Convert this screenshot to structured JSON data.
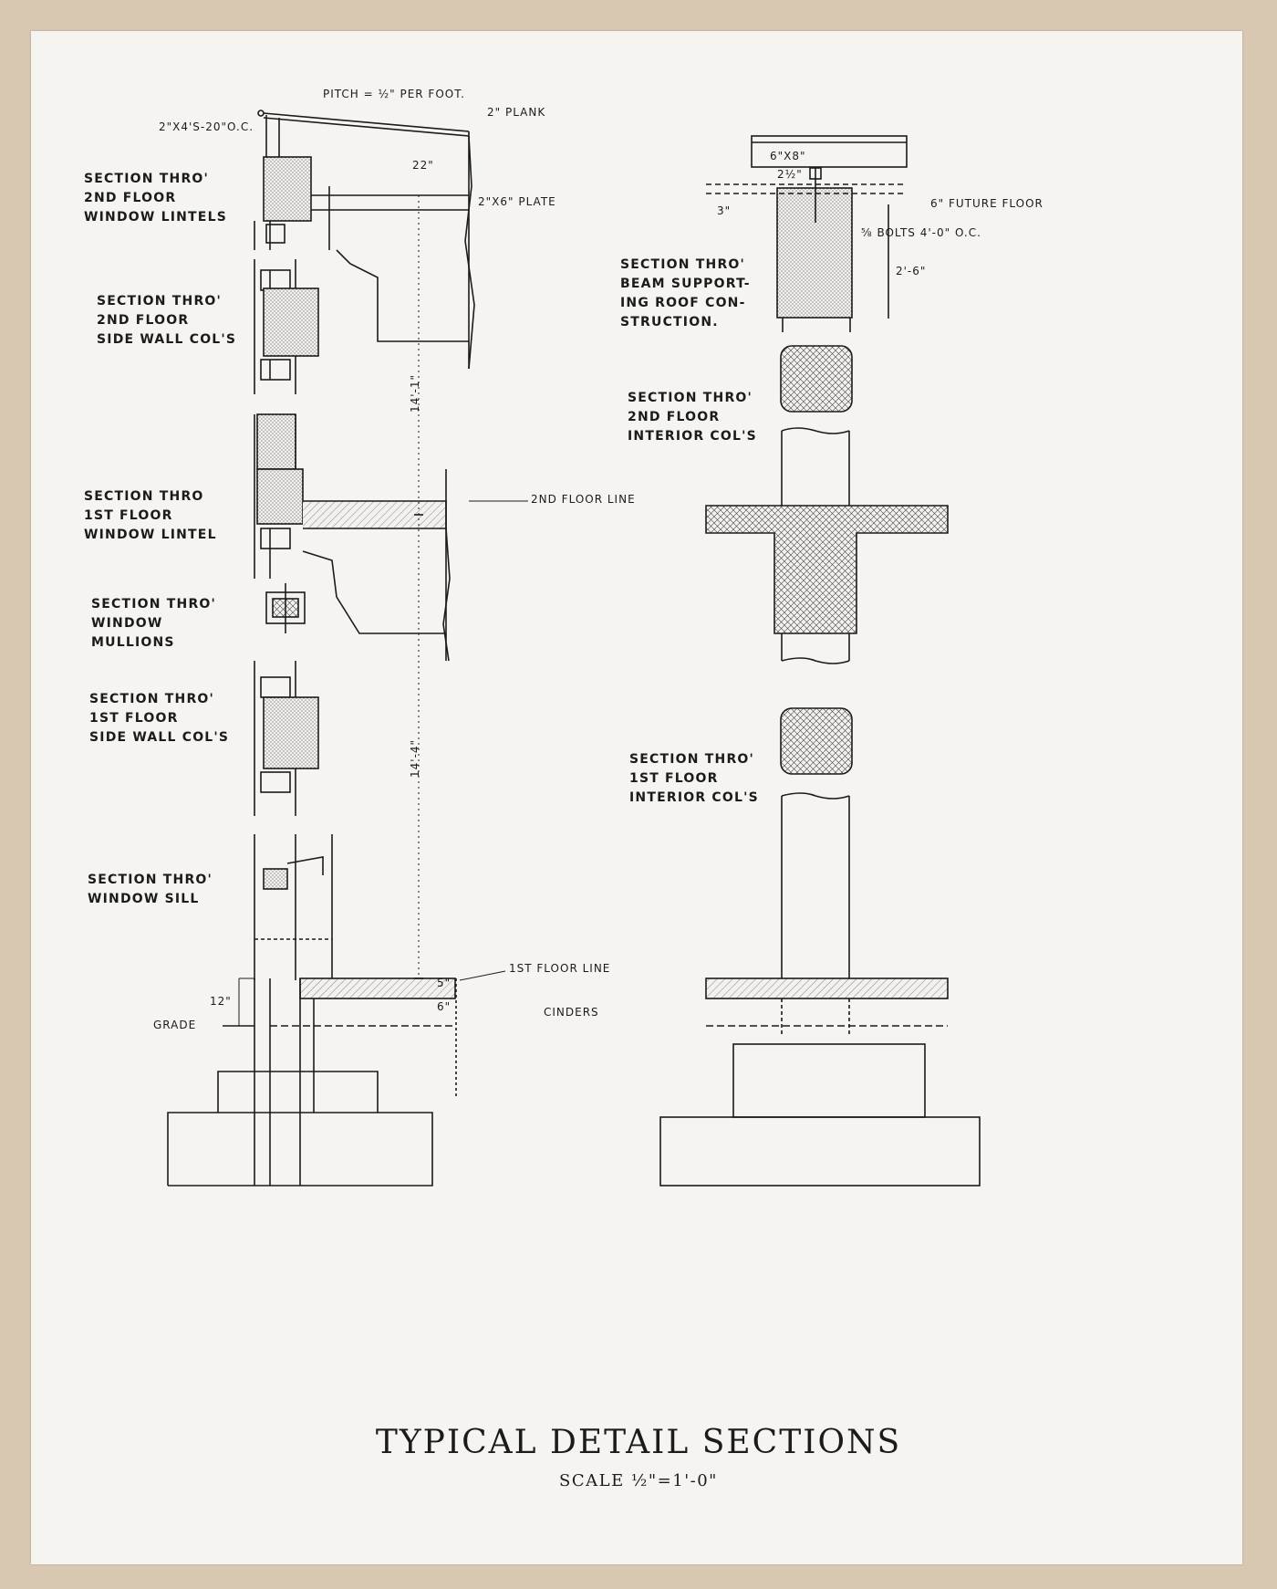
{
  "title": "TYPICAL DETAIL SECTIONS",
  "scale": "SCALE ½\"=1'-0\"",
  "labels": {
    "sec_2nd_lintels": [
      "SECTION THRO'",
      "2ND FLOOR",
      "WINDOW LINTELS"
    ],
    "sec_2nd_side_cols": [
      "SECTION THRO'",
      "2ND FLOOR",
      "SIDE WALL COL'S"
    ],
    "sec_1st_lintel": [
      "SECTION THRO",
      "1ST FLOOR",
      "WINDOW LINTEL"
    ],
    "sec_mullions": [
      "SECTION THRO'",
      "WINDOW",
      "MULLIONS"
    ],
    "sec_1st_side_cols": [
      "SECTION THRO'",
      "1ST FLOOR",
      "SIDE WALL COL'S"
    ],
    "sec_sill": [
      "SECTION THRO'",
      "WINDOW SILL"
    ],
    "sec_beam": [
      "SECTION THRO'",
      "BEAM SUPPORT-",
      "ING ROOF CON-",
      "STRUCTION."
    ],
    "sec_2nd_int_cols": [
      "SECTION THRO'",
      "2ND FLOOR",
      "INTERIOR COL'S"
    ],
    "sec_1st_int_cols": [
      "SECTION THRO'",
      "1ST FLOOR",
      "INTERIOR COL'S"
    ]
  },
  "dims": {
    "pitch": "PITCH = ½\" PER FOOT.",
    "plank": "2\" PLANK",
    "joists": "2\"x4's-20\"O.C.",
    "d22": "22\"",
    "plate": "2\"x6\" PLATE",
    "d6x8": "6\"x8\"",
    "d2half": "2½\"",
    "d3": "3\"",
    "future_floor": "6\" FUTURE FLOOR",
    "bolts": "⅝ BOLTS 4'-0\" O.C.",
    "d2_6": "2'-6\"",
    "d14_1": "14'-1\"",
    "floor2": "2ND FLOOR LINE",
    "d14_4": "14'-4\"",
    "floor1": "1ST FLOOR LINE",
    "d12": "12\"",
    "grade": "GRADE",
    "cinders": "CINDERS",
    "d6": "6\"",
    "d5": "5\""
  }
}
